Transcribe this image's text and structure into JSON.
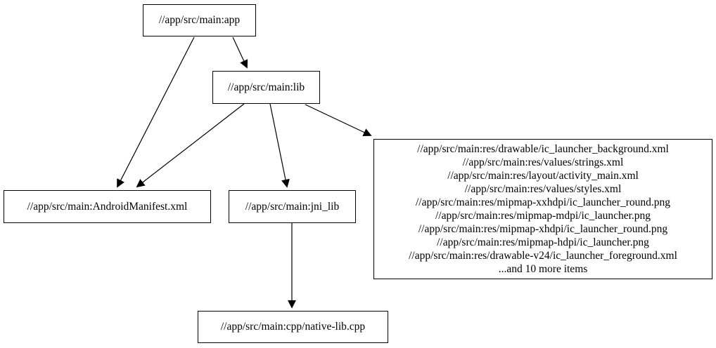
{
  "diagram": {
    "kind": "dependency-graph",
    "nodes": {
      "app": {
        "label": "//app/src/main:app"
      },
      "lib": {
        "label": "//app/src/main:lib"
      },
      "android_manifest": {
        "label": "//app/src/main:AndroidManifest.xml"
      },
      "jni_lib": {
        "label": "//app/src/main:jni_lib"
      },
      "native_lib": {
        "label": "//app/src/main:cpp/native-lib.cpp"
      },
      "res_files": {
        "lines": [
          "//app/src/main:res/drawable/ic_launcher_background.xml",
          "//app/src/main:res/values/strings.xml",
          "//app/src/main:res/layout/activity_main.xml",
          "//app/src/main:res/values/styles.xml",
          "//app/src/main:res/mipmap-xxhdpi/ic_launcher_round.png",
          "//app/src/main:res/mipmap-mdpi/ic_launcher.png",
          "//app/src/main:res/mipmap-xhdpi/ic_launcher_round.png",
          "//app/src/main:res/mipmap-hdpi/ic_launcher.png",
          "//app/src/main:res/drawable-v24/ic_launcher_foreground.xml",
          "...and 10 more items"
        ]
      }
    },
    "edges": [
      {
        "from": "app",
        "to": "android_manifest"
      },
      {
        "from": "app",
        "to": "lib"
      },
      {
        "from": "lib",
        "to": "android_manifest"
      },
      {
        "from": "lib",
        "to": "jni_lib"
      },
      {
        "from": "lib",
        "to": "res_files"
      },
      {
        "from": "jni_lib",
        "to": "native_lib"
      }
    ],
    "colors": {
      "stroke": "#000000",
      "fill": "#ffffff",
      "text": "#000000"
    }
  }
}
